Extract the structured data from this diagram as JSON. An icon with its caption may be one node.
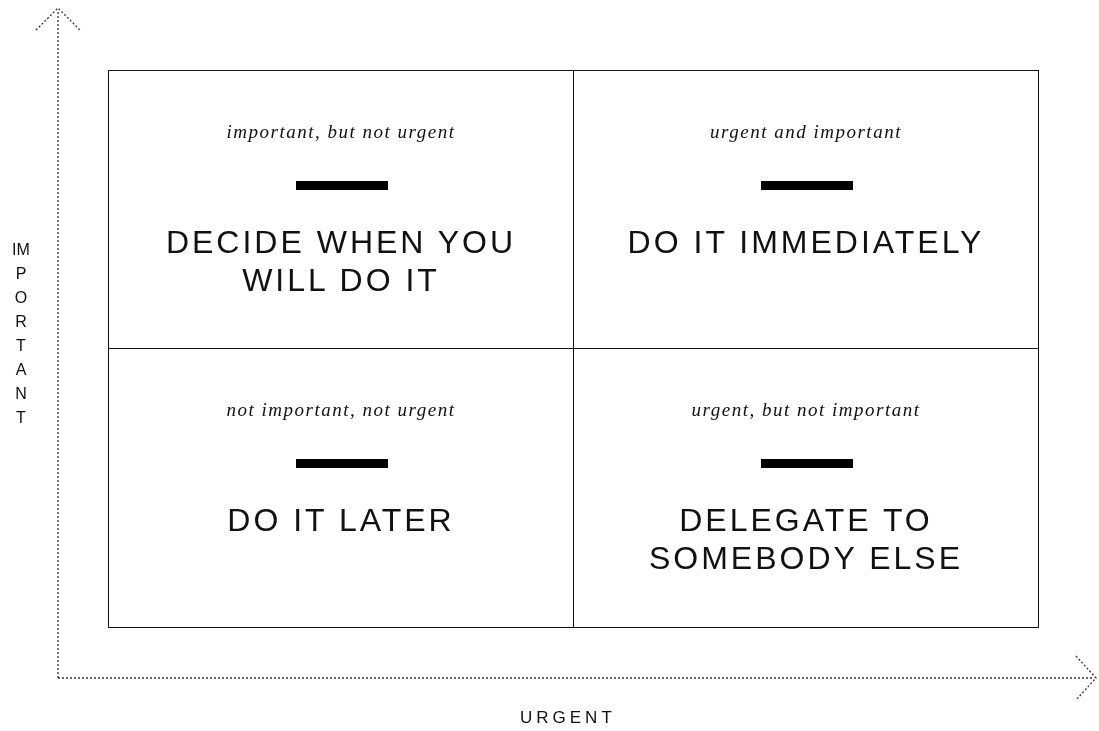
{
  "diagram": {
    "nodes": [
      {
        "text": [
          "important, but not urgent",
          "DECIDE WHEN YOU WILL DO IT"
        ]
      },
      {
        "text": [
          "urgent and important",
          "DO IT IMMEDIATELY"
        ]
      },
      {
        "text": [
          "not important, not urgent",
          "DO IT LATER"
        ]
      },
      {
        "text": [
          "urgent, but not important",
          "DELEGATE TO SOMEBODY ELSE"
        ]
      }
    ],
    "labels": [
      "IMPORTANT",
      "URGENT"
    ]
  }
}
